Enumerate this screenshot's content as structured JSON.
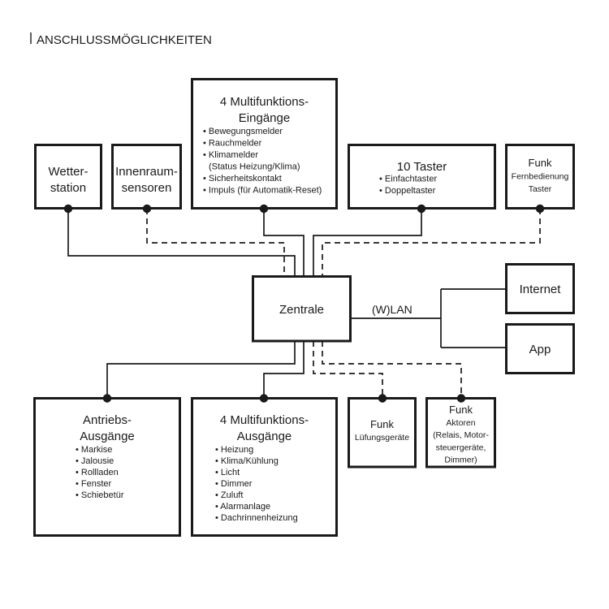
{
  "header": {
    "title": "ANSCHLUSSMÖGLICHKEITEN"
  },
  "inputs": {
    "wetterstation": {
      "lines": [
        "Wetter-",
        "station"
      ]
    },
    "innenraumsensoren": {
      "lines": [
        "Innenraum-",
        "sensoren"
      ]
    },
    "multifunktions_eingaenge": {
      "title": [
        "4 Multifunktions-",
        "Eingänge"
      ],
      "items": [
        "• Bewegungsmelder",
        "• Rauchmelder",
        "• Klimamelder",
        "(Status Heizung/Klima)",
        "• Sicherheitskontakt",
        "• Impuls (für Automatik-Reset)"
      ]
    },
    "taster": {
      "title": "10 Taster",
      "items": [
        "• Einfachtaster",
        "• Doppeltaster"
      ]
    },
    "funk_fernbedienung": {
      "lines": [
        "Funk",
        "Fernbedienung",
        "Taster"
      ]
    }
  },
  "hub": {
    "label": "Zentrale"
  },
  "network": {
    "link_label": "(W)LAN",
    "internet": "Internet",
    "app": "App"
  },
  "outputs": {
    "antriebs_ausgaenge": {
      "title": [
        "Antriebs-",
        "Ausgänge"
      ],
      "items": [
        "• Markise",
        "• Jalousie",
        "• Rollladen",
        "• Fenster",
        "• Schiebetür"
      ]
    },
    "multifunktions_ausgaenge": {
      "title": [
        "4 Multifunktions-",
        "Ausgänge"
      ],
      "items": [
        "• Heizung",
        "• Klima/Kühlung",
        "• Licht",
        "• Dimmer",
        "• Zuluft",
        "• Alarmanlage",
        "• Dachrinnenheizung"
      ]
    },
    "funk_lueftung": {
      "lines": [
        "Funk",
        "Lüfungsgeräte"
      ]
    },
    "funk_aktoren": {
      "lines": [
        "Funk",
        "Aktoren",
        "(Relais, Motor-",
        "steuergeräte,",
        "Dimmer)"
      ]
    }
  },
  "colors": {
    "line": "#1a1a1a",
    "text": "#1a1a1a",
    "background": "#ffffff"
  }
}
